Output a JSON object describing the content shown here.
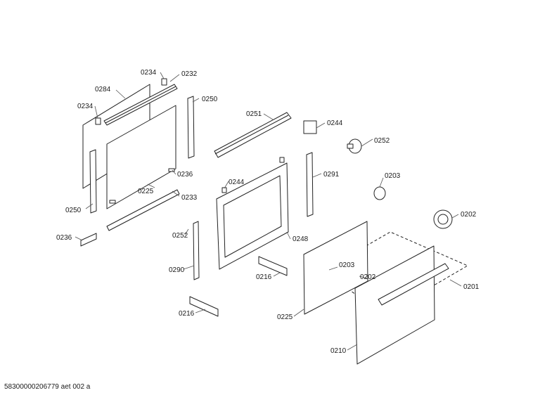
{
  "labels": [
    "0234",
    "0232",
    "0284",
    "0234",
    "0250",
    "0251",
    "0244",
    "0252",
    "0236",
    "0225",
    "0244",
    "0291",
    "0233",
    "0250",
    "0203",
    "0202",
    "0252",
    "0236",
    "0290",
    "0248",
    "0216",
    "0203",
    "0202",
    "0201",
    "0216",
    "0225",
    "0210"
  ],
  "footer": "58300000206779 aet 002 a"
}
